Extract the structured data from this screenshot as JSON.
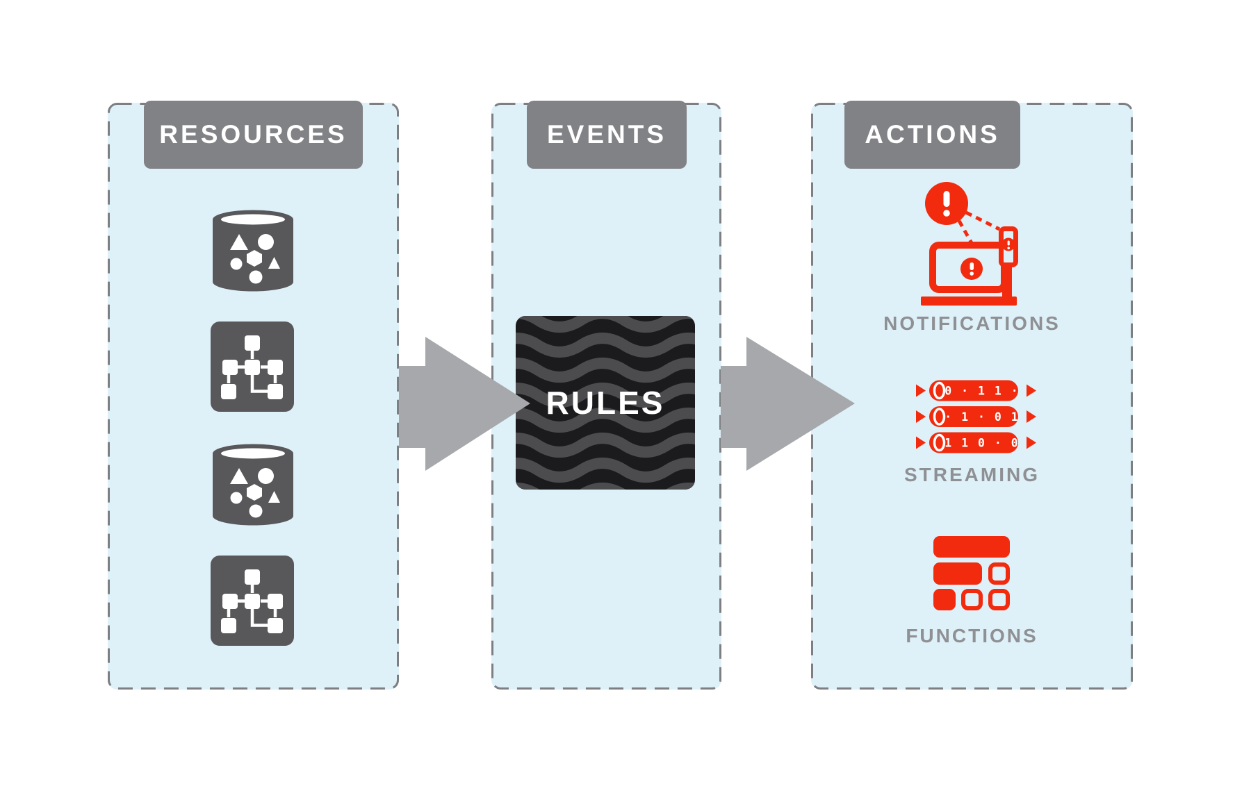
{
  "diagram": {
    "panels": [
      {
        "title": "RESOURCES"
      },
      {
        "title": "EVENTS"
      },
      {
        "title": "ACTIONS"
      }
    ],
    "rules": {
      "label": "RULES"
    },
    "actions": {
      "notifications": {
        "label": "NOTIFICATIONS"
      },
      "streaming": {
        "label": "STREAMING",
        "rows": [
          "0 · 1 1 ·",
          "· 1 · 0 1",
          "1 1 0 · 0"
        ]
      },
      "functions": {
        "label": "FUNCTIONS"
      }
    },
    "colors": {
      "panel_bg": "#def0f8",
      "dashed_border": "#7d7f82",
      "header_bg": "#818285",
      "icon_gray": "#58585a",
      "arrow_gray": "#a6a8ab",
      "label_gray": "#8e9093",
      "accent_red": "#f22a0e",
      "rules_bg": "#1b1b1d",
      "rules_wave": "#4c4c4e"
    }
  }
}
